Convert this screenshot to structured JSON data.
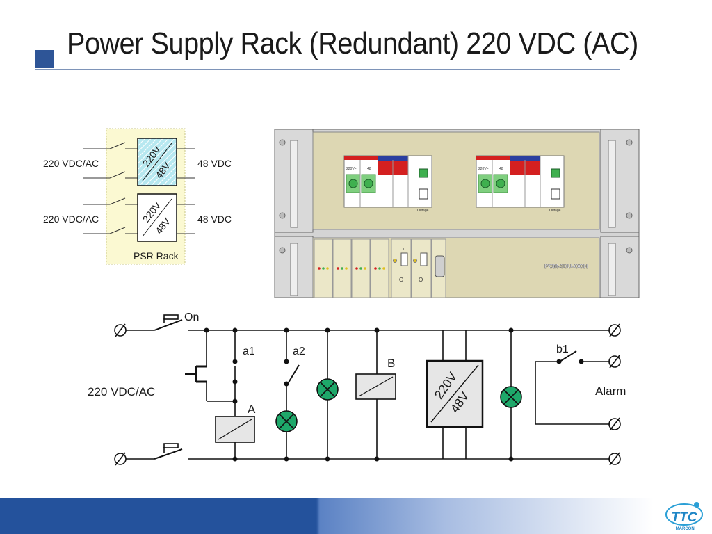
{
  "slide": {
    "title": "Power Supply Rack (Redundant) 220 VDC (AC)"
  },
  "psr_rack": {
    "label": "PSR Rack",
    "units": [
      {
        "input_label": "220 VDC/AC",
        "output_label": "48 VDC",
        "upper": "220V",
        "lower": "48V"
      },
      {
        "input_label": "220 VDC/AC",
        "output_label": "48 VDC",
        "upper": "220V",
        "lower": "48V"
      }
    ]
  },
  "rack_photo": {
    "breaker_labels": [
      "220V=",
      "48"
    ],
    "outage_label": "Outage",
    "card_label": "PCM-30U-OCH",
    "switch_on": "I",
    "switch_off": "O"
  },
  "circuit": {
    "input_label": "220 VDC/AC",
    "on_label": "On",
    "contact_a1": "a1",
    "contact_a2": "a2",
    "relay_a": "A",
    "relay_b": "B",
    "converter_upper": "220V",
    "converter_lower": "48V",
    "contact_b1": "b1",
    "alarm_label": "Alarm"
  },
  "footer": {
    "logo_text": "TTC",
    "logo_subtext": "MARCONI"
  },
  "colors": {
    "accent": "#2e5597",
    "lamp_green": "#1ea86a",
    "converter_fill": "#e6e6e6",
    "rack_beige": "#ddd7b3",
    "psr_fill": "#fbf9d2"
  }
}
